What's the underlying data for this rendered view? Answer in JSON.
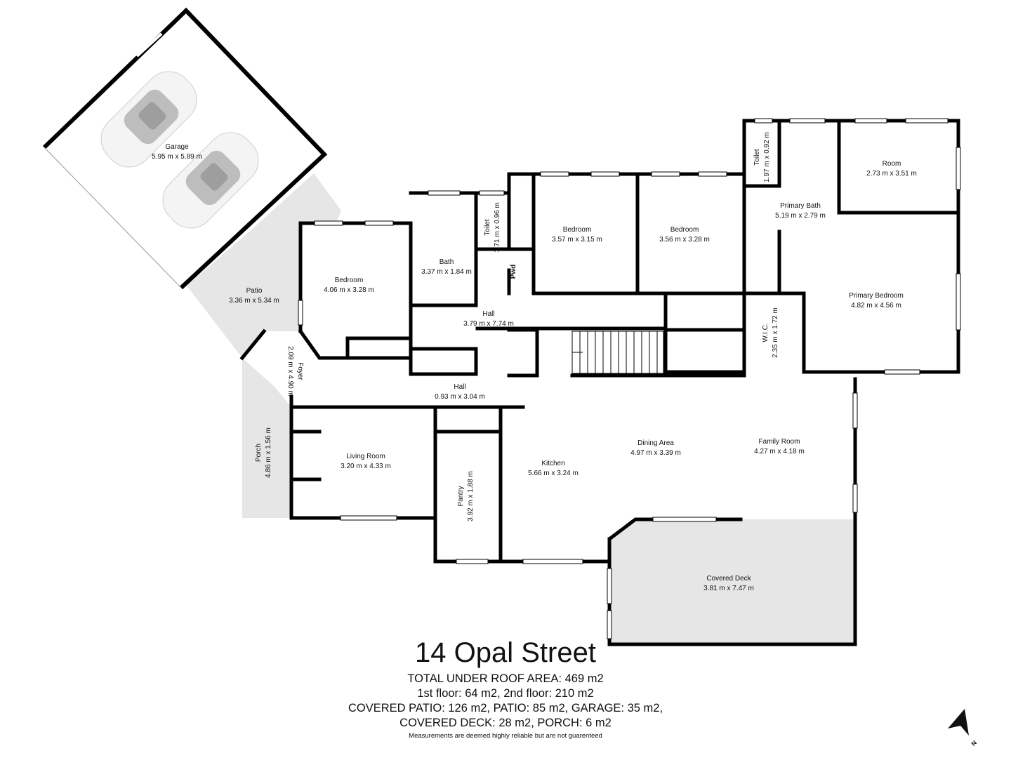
{
  "address": "14 Opal Street",
  "areas": {
    "line1": "TOTAL UNDER ROOF AREA: 469 m2",
    "line2": "1st floor: 64 m2, 2nd floor: 210 m2",
    "line3": "COVERED PATIO: 126 m2, PATIO: 85 m2, GARAGE: 35 m2,",
    "line4": "COVERED DECK: 28 m2, PORCH: 6 m2"
  },
  "disclaimer": "Measurements are deemed highly reliable but are not guarenteed",
  "compass_label": "N",
  "colors": {
    "wall": "#000000",
    "shaded_area": "#e6e6e6",
    "window": "#ffffff"
  },
  "rooms": {
    "garage": {
      "name": "Garage",
      "dims": "5.95 m x 5.89 m"
    },
    "patio": {
      "name": "Patio",
      "dims": "3.36 m x 5.34 m"
    },
    "bedroom_west": {
      "name": "Bedroom",
      "dims": "4.06 m x 3.28 m"
    },
    "bath": {
      "name": "Bath",
      "dims": "3.37 m x 1.84 m"
    },
    "toilet_1": {
      "name": "Toilet",
      "dims": "1.71 m x 0.96 m"
    },
    "pwd": {
      "name": "Pwd"
    },
    "bedroom_mid": {
      "name": "Bedroom",
      "dims": "3.57 m x 3.15 m"
    },
    "bedroom_east": {
      "name": "Bedroom",
      "dims": "3.56 m x 3.28 m"
    },
    "toilet_2": {
      "name": "Toilet",
      "dims": "1.97 m x 0.92 m"
    },
    "room": {
      "name": "Room",
      "dims": "2.73 m x 3.51 m"
    },
    "primary_bath": {
      "name": "Primary Bath",
      "dims": "5.19 m x 2.79 m"
    },
    "primary_bedroom": {
      "name": "Primary Bedroom",
      "dims": "4.82 m x 4.56 m"
    },
    "wic": {
      "name": "W.I.C.",
      "dims": "2.35 m x 1.72 m"
    },
    "hall_main": {
      "name": "Hall",
      "dims": "3.79 m x 7.74 m"
    },
    "foyer": {
      "name": "Foyer",
      "dims": "2.09 m x 4.90 m"
    },
    "hall_small": {
      "name": "Hall",
      "dims": "0.93 m x 3.04 m"
    },
    "porch": {
      "name": "Porch",
      "dims": "4.86 m x 1.56 m"
    },
    "living": {
      "name": "Living Room",
      "dims": "3.20 m x 4.33 m"
    },
    "pantry": {
      "name": "Pantry",
      "dims": "3.92 m x 1.88 m"
    },
    "kitchen": {
      "name": "Kitchen",
      "dims": "5.66 m x 3.24 m"
    },
    "dining": {
      "name": "Dining Area",
      "dims": "4.97 m x 3.39 m"
    },
    "family": {
      "name": "Family Room",
      "dims": "4.27 m x 4.18 m"
    },
    "deck": {
      "name": "Covered Deck",
      "dims": "3.81 m x 7.47 m"
    }
  }
}
